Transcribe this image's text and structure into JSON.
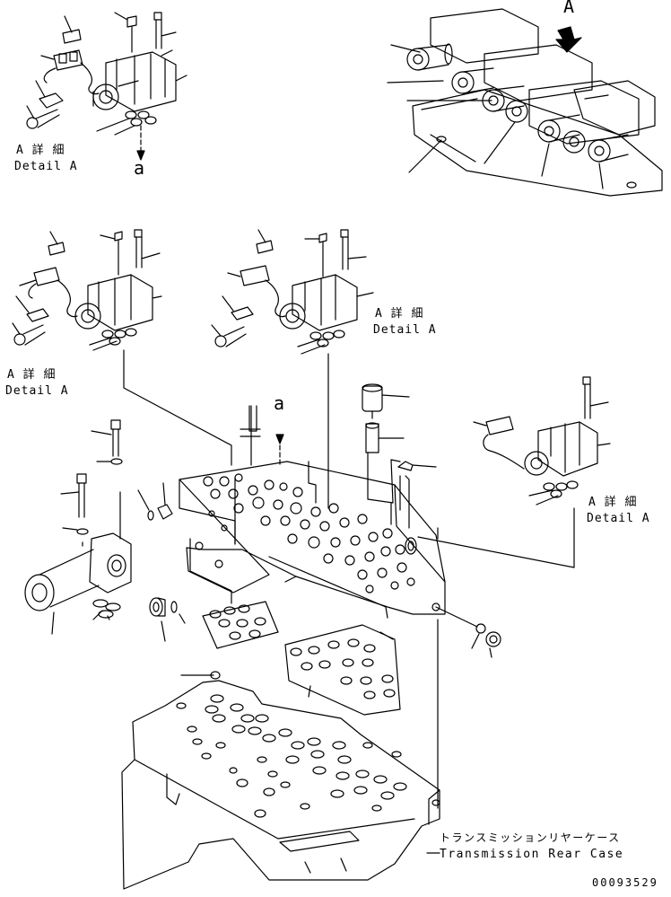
{
  "labels": {
    "view_arrow": "A",
    "detail_jp": "A 詳 細",
    "detail_en": "Detail A",
    "ref_a": "a",
    "rear_case_jp": "トランスミッションリヤーケース",
    "rear_case_en": "Transmission Rear Case",
    "drawing_number": "00093529"
  }
}
